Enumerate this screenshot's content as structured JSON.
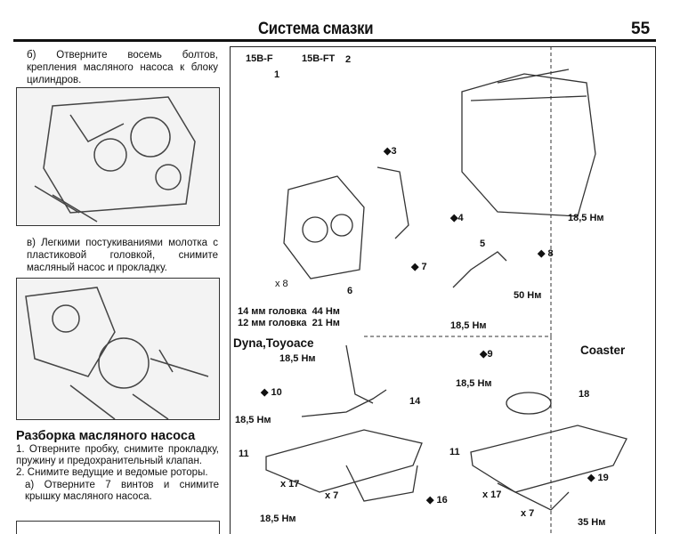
{
  "header": {
    "title": "Система смазки",
    "page_number": "55"
  },
  "left": {
    "step_b": "б) Отверните восемь болтов, крепления масляного насоса к блоку цилиндров.",
    "step_v": "в) Легкими постукиваниями молотка с пластиковой головкой, снимите масляный насос и прокладку.",
    "section_title": "Разборка масляного насоса",
    "steps": [
      "1. Отверните пробку, снимите прокладку, пружину и предохранительный клапан.",
      "2. Снимите ведущие и ведомые роторы.",
      "а) Отверните 7 винтов и снимите крышку масляного насоса."
    ]
  },
  "diagram": {
    "labels": {
      "v15bf": "15B-F",
      "v15bft": "15B-FT",
      "p1": "1",
      "p2": "2",
      "p3": "◆3",
      "p4": "◆4",
      "p5": "5",
      "p6": "6",
      "p7": "◆ 7",
      "p8": "◆ 8",
      "x8": "x 8",
      "nm50": "50 Нм",
      "head14": "14 мм головка  44 Нм",
      "head12": "12 мм головка  21 Нм",
      "t185a": "18,5 Нм",
      "t185b": "18,5 Нм",
      "dyna": "Dyna,Toyoace",
      "coaster": "Coaster",
      "t185c": "18,5 Нм",
      "p9": "◆9",
      "t185d": "18,5 Нм",
      "p10": "◆ 10",
      "p18": "18",
      "p14": "14",
      "t185e": "18,5 Нм",
      "p11a": "11",
      "p11b": "11",
      "x17a": "x 17",
      "x7a": "x 7",
      "p16": "◆ 16",
      "x17b": "x 17",
      "x7b": "x 7",
      "p19": "◆ 19",
      "t185f": "18,5 Нм",
      "nm35": "35 Нм"
    }
  }
}
